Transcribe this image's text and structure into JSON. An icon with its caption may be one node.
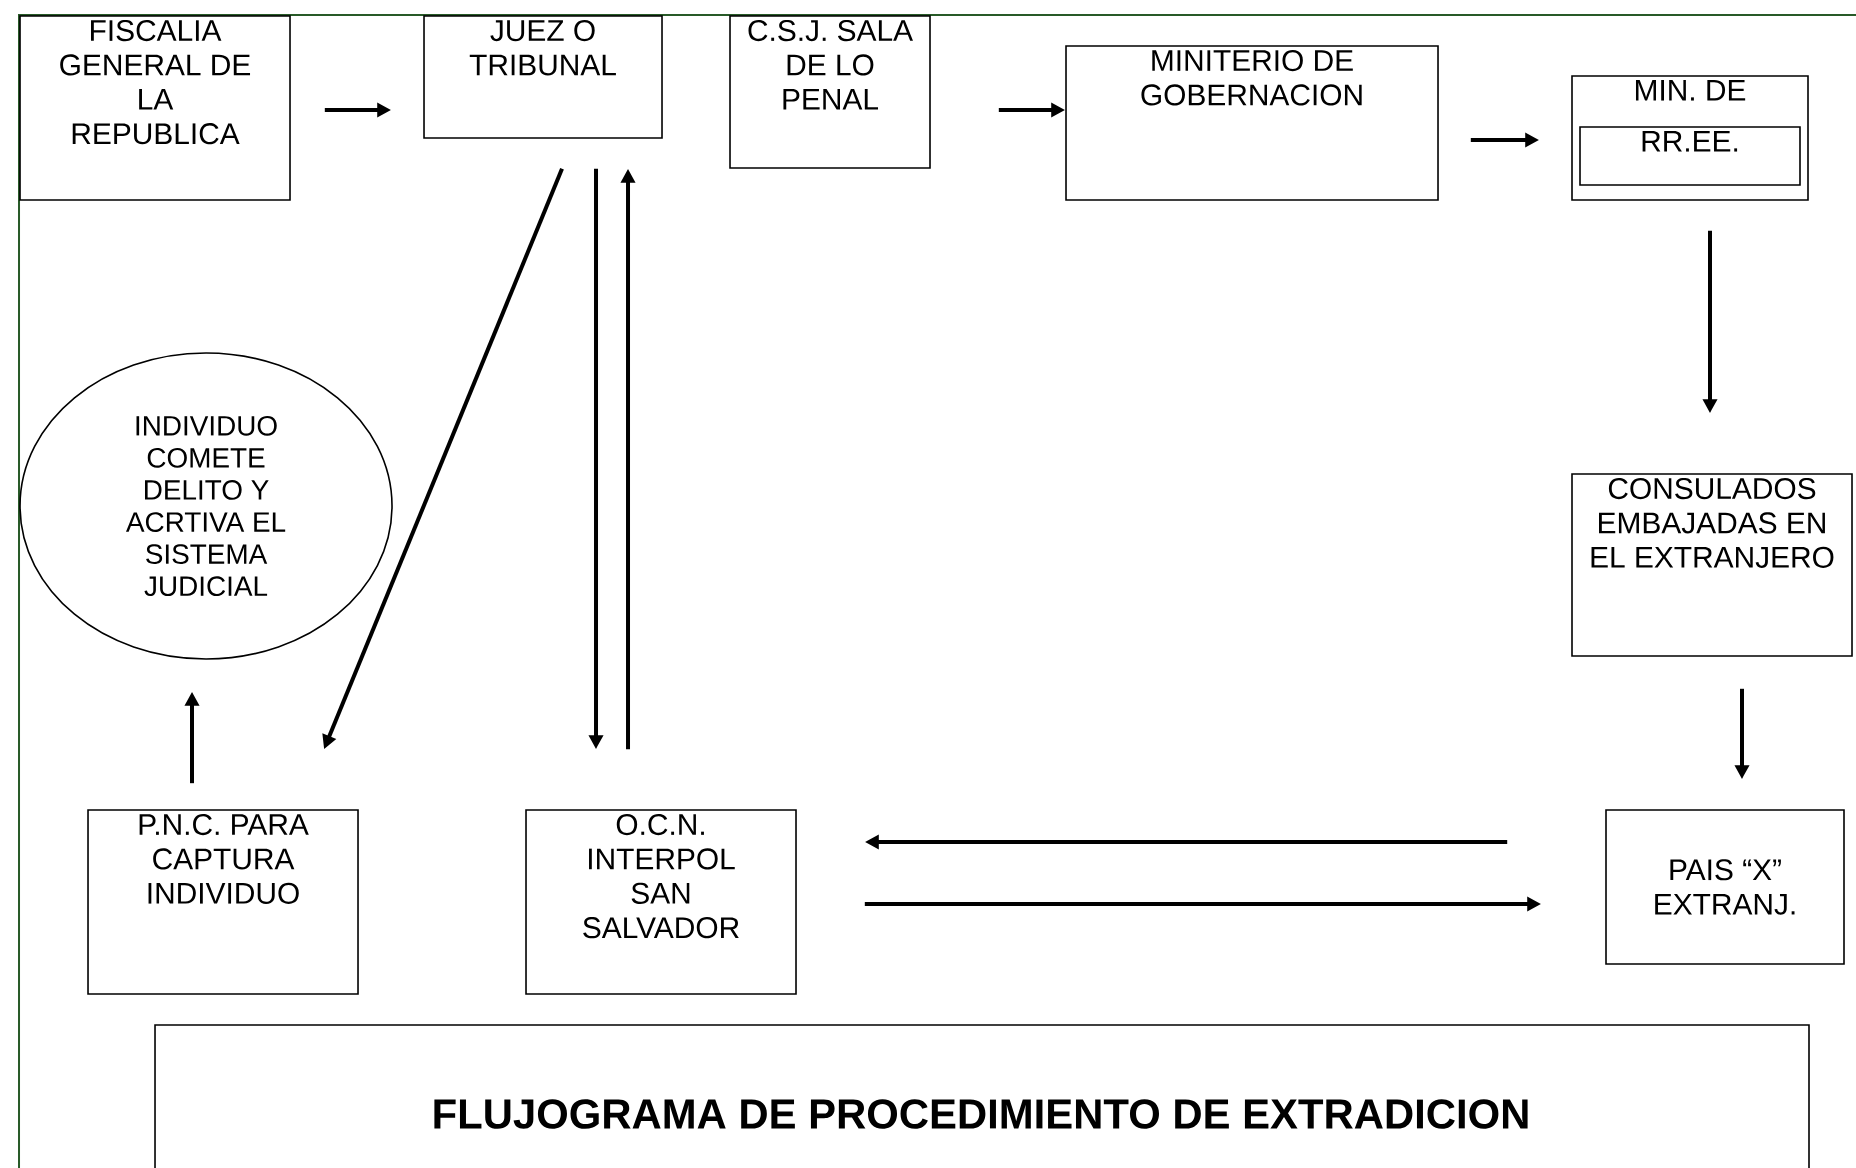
{
  "diagram": {
    "title": "FLUJOGRAMA DE PROCEDIMIENTO DE EXTRADICION",
    "nodes": [
      {
        "text": [
          "FISCALIA GENERAL DE LA REPUBLICA"
        ]
      },
      {
        "text": [
          "JUEZ O TRIBUNAL"
        ]
      },
      {
        "text": [
          "C.S.J. SALA DE LO PENAL"
        ]
      },
      {
        "text": [
          "MINITERIO DE GOBERNACION"
        ]
      },
      {
        "text": [
          "MIN. DE"
        ]
      },
      {
        "text": [
          "RR.EE."
        ],
        "in": 4
      },
      {
        "text": [
          "CONSULADOS EMBAJADAS EN EL EXTRANJERO"
        ]
      },
      {
        "text": [
          "PAIS “X” EXTRANJ."
        ]
      },
      {
        "text": [
          "INDIVIDUO COMETE DELITO Y ACRTIVA EL SISTEMA JUDICIAL"
        ]
      },
      {
        "text": [
          "P.N.C. PARA CAPTURA INDIVIDUO"
        ]
      },
      {
        "text": [
          "O.C.N. INTERPOL SAN SALVADOR"
        ]
      }
    ],
    "edges": [
      {
        "from": 0,
        "to": 1,
        "arrow": "to"
      },
      {
        "from": 2,
        "to": 3,
        "arrow": "to"
      },
      {
        "from": 3,
        "to": 4,
        "arrow": "to"
      },
      {
        "from": 4,
        "to": 6,
        "arrow": "to"
      },
      {
        "from": 6,
        "to": 7,
        "arrow": "to"
      },
      {
        "from": 1,
        "to": 9,
        "arrow": "to"
      },
      {
        "from": 1,
        "to": 10,
        "arrow": "to"
      },
      {
        "from": 10,
        "to": 1,
        "arrow": "to"
      },
      {
        "from": 7,
        "to": 10,
        "arrow": "to"
      },
      {
        "from": 10,
        "to": 7,
        "arrow": "to"
      },
      {
        "from": 9,
        "to": 8,
        "arrow": "to"
      }
    ]
  }
}
